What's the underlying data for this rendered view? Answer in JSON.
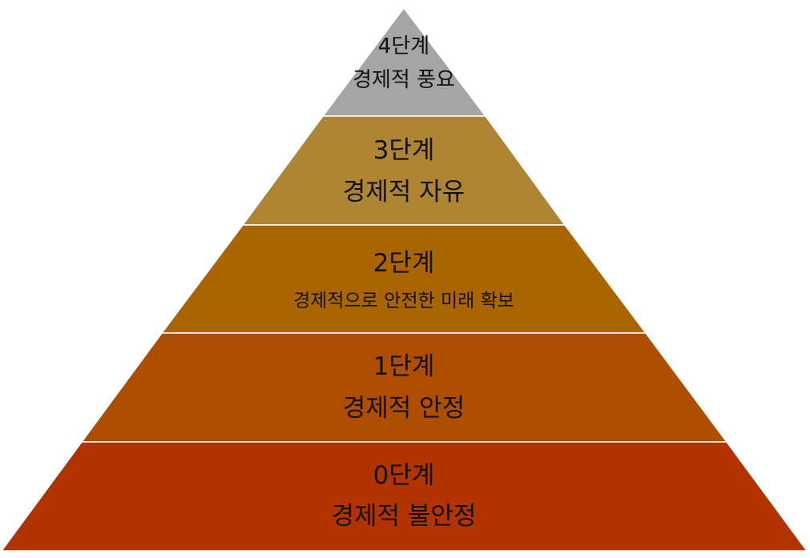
{
  "pyramid": {
    "levels": [
      {
        "id": "level-4",
        "stage": "4단계",
        "desc": "경제적 풍요",
        "color": "#a5a5a5"
      },
      {
        "id": "level-3",
        "stage": "3단계",
        "desc": "경제적 자유",
        "color": "#ae8532"
      },
      {
        "id": "level-2",
        "stage": "2단계",
        "desc": "경제적으로 안전한 미래 확보",
        "color": "#ab6500"
      },
      {
        "id": "level-1",
        "stage": "1단계",
        "desc": "경제적 안정",
        "color": "#af4d00"
      },
      {
        "id": "level-0",
        "stage": "0단계",
        "desc": "경제적 불안정",
        "color": "#b33300"
      }
    ]
  }
}
